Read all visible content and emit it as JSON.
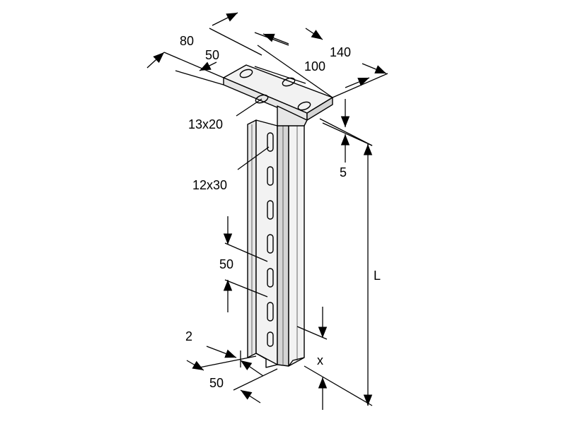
{
  "labels": {
    "plate_width": "80",
    "plate_hole_pitch_a": "50",
    "plate_length": "140",
    "plate_hole_pitch_b": "100",
    "plate_hole": "13x20",
    "profile_slot": "12x30",
    "plate_thickness": "5",
    "slot_pitch": "50",
    "length": "L",
    "wall_thickness": "2",
    "profile_width": "50",
    "offset": "x"
  }
}
